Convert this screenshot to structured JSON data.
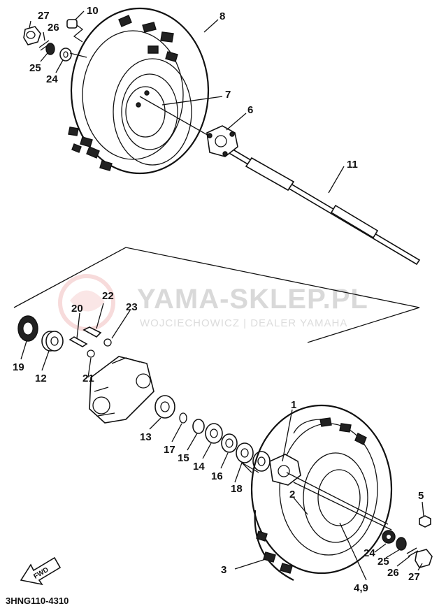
{
  "watermark": {
    "brand": "YAMA-SKLEP.PL",
    "dealer": "WOJCIECHOWICZ | DEALER YAMAHA"
  },
  "diagram_code": "3HNG110-4310",
  "fwd_label": "FWD",
  "callouts": {
    "c27_top": "27",
    "c10": "10",
    "c26_top": "26",
    "c25_top": "25",
    "c24_top": "24",
    "c8": "8",
    "c7": "7",
    "c6": "6",
    "c11": "11",
    "c22": "22",
    "c20": "20",
    "c23": "23",
    "c19": "19",
    "c12": "12",
    "c21": "21",
    "c13": "13",
    "c17": "17",
    "c15": "15",
    "c14": "14",
    "c16": "16",
    "c18": "18",
    "c1": "1",
    "c2": "2",
    "c5": "5",
    "c3": "3",
    "c4_9": "4,9",
    "c24_bot": "24",
    "c25_bot": "25",
    "c26_bot": "26",
    "c27_bot": "27"
  },
  "colors": {
    "line": "#111111",
    "watermark": "#d9d9d9",
    "logo": "#f2c4c4"
  }
}
